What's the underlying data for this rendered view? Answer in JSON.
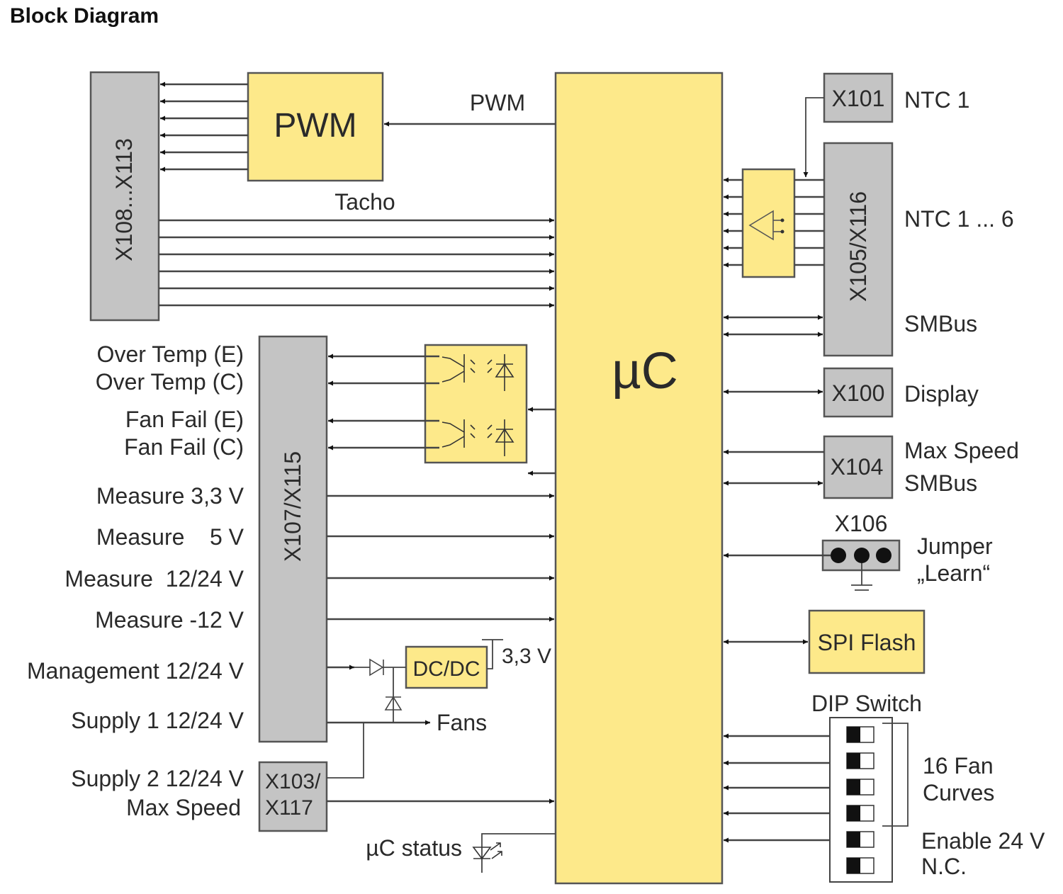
{
  "title": "Block Diagram",
  "blocks": {
    "uc": "µC",
    "pwm": "PWM",
    "x108_x113": "X108...X113",
    "x107_x115": "X107/X115",
    "x105_x116": "X105/X116",
    "x101": "X101",
    "x100": "X100",
    "x104": "X104",
    "x106": "X106",
    "x103_line1": "X103/",
    "x103_line2": "X117",
    "dcdc": "DC/DC",
    "spi_flash": "SPI Flash"
  },
  "signals": {
    "pwm": "PWM",
    "tacho": "Tacho",
    "ntc1": "NTC 1",
    "ntc1_6": "NTC 1 ... 6",
    "smbus_top": "SMBus",
    "display": "Display",
    "max_speed_right": "Max Speed",
    "smbus_mid": "SMBus",
    "jumper_line1": "Jumper",
    "jumper_line2": "„Learn“",
    "dip_switch": "DIP Switch",
    "fan_curves_line1": "16 Fan",
    "fan_curves_line2": "Curves",
    "enable_24v": "Enable 24 V",
    "nc": "N.C.",
    "over_temp_e": "Over Temp (E)",
    "over_temp_c": "Over Temp (C)",
    "fan_fail_e": "Fan Fail (E)",
    "fan_fail_c": "Fan Fail (C)",
    "measure_33": "Measure 3,3 V",
    "measure_5": "Measure    5 V",
    "measure_1224": "Measure  12/24 V",
    "measure_m12": "Measure -12 V",
    "management": "Management 12/24 V",
    "supply1": "Supply 1 12/24 V",
    "supply2": "Supply 2 12/24 V",
    "max_speed_left": "Max Speed",
    "fans": "Fans",
    "v33": "3,3 V",
    "uc_status": "µC status"
  },
  "colors": {
    "block_yellow": "#fde98a",
    "connector_gray": "#c4c4c4"
  }
}
